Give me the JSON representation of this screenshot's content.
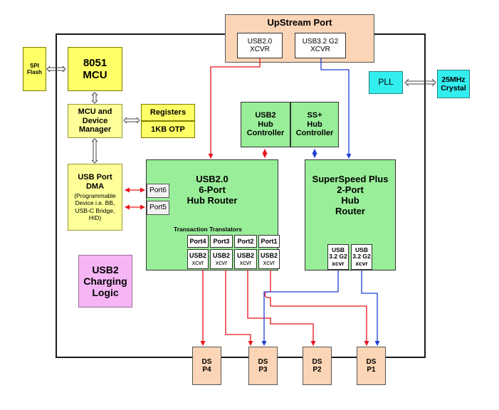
{
  "upstream": {
    "title": "UpStream Port",
    "usb2": [
      "USB2.0",
      "XCVR"
    ],
    "usb32": [
      "USB3.2 G2",
      "XCVR"
    ]
  },
  "spi": [
    "SPI",
    "Flash"
  ],
  "mcu": [
    "8051",
    "MCU"
  ],
  "manager": [
    "MCU and",
    "Device",
    "Manager"
  ],
  "registers": "Registers",
  "otp": "1KB OTP",
  "dma": [
    "USB Port",
    "DMA"
  ],
  "dma_note": [
    "(Programmable",
    "Device i.e. BB,",
    "USB-C Bridge,",
    "HID)"
  ],
  "pll": "PLL",
  "crystal": [
    "25MHz",
    "Crystal"
  ],
  "usb2_controller": [
    "USB2",
    "Hub",
    "Controller"
  ],
  "ss_controller": [
    "SS+",
    "Hub",
    "Controller"
  ],
  "usb2_router": [
    "USB2.0",
    "6-Port",
    "Hub Router"
  ],
  "port6": "Port6",
  "port5": "Port5",
  "tt_label": "Transaction Translators",
  "tt_ports": [
    {
      "name": "Port4",
      "xcvr": [
        "USB2",
        "xcvr"
      ]
    },
    {
      "name": "Port3",
      "xcvr": [
        "USB2",
        "xcvr"
      ]
    },
    {
      "name": "Port2",
      "xcvr": [
        "USB2",
        "xcvr"
      ]
    },
    {
      "name": "Port1",
      "xcvr": [
        "USB2",
        "xcvr"
      ]
    }
  ],
  "ss_router": [
    "SuperSpeed Plus",
    "2-Port",
    "Hub",
    "Router"
  ],
  "ss_xcvrs": [
    [
      "USB",
      "3.2 G2",
      "xcvr"
    ],
    [
      "USB",
      "3.2 G2",
      "xcvr"
    ]
  ],
  "charging": [
    "USB2",
    "Charging",
    "Logic"
  ],
  "ds_ports": [
    [
      "DS",
      "P4"
    ],
    [
      "DS",
      "P3"
    ],
    [
      "DS",
      "P2"
    ],
    [
      "DS",
      "P1"
    ]
  ],
  "colors": {
    "usb2_line": "#e8141c",
    "ss_line": "#1f3fd6",
    "internal_line": "#444444"
  }
}
